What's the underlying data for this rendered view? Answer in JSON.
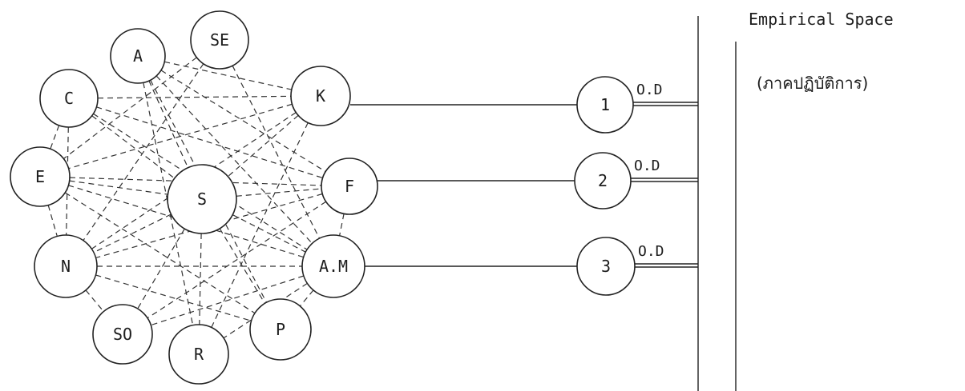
{
  "network": {
    "nodes": [
      {
        "id": "A",
        "label": "A"
      },
      {
        "id": "SE",
        "label": "SE"
      },
      {
        "id": "C",
        "label": "C"
      },
      {
        "id": "K",
        "label": "K"
      },
      {
        "id": "E",
        "label": "E"
      },
      {
        "id": "S",
        "label": "S"
      },
      {
        "id": "F",
        "label": "F"
      },
      {
        "id": "N",
        "label": "N"
      },
      {
        "id": "AM",
        "label": "A.M"
      },
      {
        "id": "SO",
        "label": "SO"
      },
      {
        "id": "R",
        "label": "R"
      },
      {
        "id": "P",
        "label": "P"
      }
    ],
    "links": [
      [
        "A",
        "F"
      ],
      [
        "A",
        "S"
      ],
      [
        "A",
        "P"
      ],
      [
        "A",
        "AM"
      ],
      [
        "A",
        "K"
      ],
      [
        "A",
        "R"
      ],
      [
        "SE",
        "N"
      ],
      [
        "SE",
        "E"
      ],
      [
        "SE",
        "AM"
      ],
      [
        "C",
        "F"
      ],
      [
        "C",
        "AM"
      ],
      [
        "C",
        "K"
      ],
      [
        "C",
        "S"
      ],
      [
        "C",
        "N"
      ],
      [
        "C",
        "E"
      ],
      [
        "K",
        "E"
      ],
      [
        "K",
        "N"
      ],
      [
        "K",
        "S"
      ],
      [
        "K",
        "R"
      ],
      [
        "E",
        "F"
      ],
      [
        "E",
        "P"
      ],
      [
        "E",
        "S"
      ],
      [
        "E",
        "N"
      ],
      [
        "S",
        "N"
      ],
      [
        "S",
        "P"
      ],
      [
        "S",
        "AM"
      ],
      [
        "S",
        "R"
      ],
      [
        "S",
        "SO"
      ],
      [
        "S",
        "F"
      ],
      [
        "F",
        "N"
      ],
      [
        "F",
        "SO"
      ],
      [
        "F",
        "AM"
      ],
      [
        "N",
        "AM"
      ],
      [
        "N",
        "SO"
      ],
      [
        "N",
        "P"
      ],
      [
        "AM",
        "SO"
      ],
      [
        "AM",
        "R"
      ],
      [
        "AM",
        "P"
      ],
      [
        "AM",
        "E"
      ]
    ],
    "outputs": [
      {
        "from": "K",
        "label": "1",
        "tag": "O.D"
      },
      {
        "from": "F",
        "label": "2",
        "tag": "O.D"
      },
      {
        "from": "AM",
        "label": "3",
        "tag": "O.D"
      }
    ]
  },
  "space": {
    "title": "Empirical Space",
    "subtitle": "(ภาคปฏิบัติการ)"
  }
}
